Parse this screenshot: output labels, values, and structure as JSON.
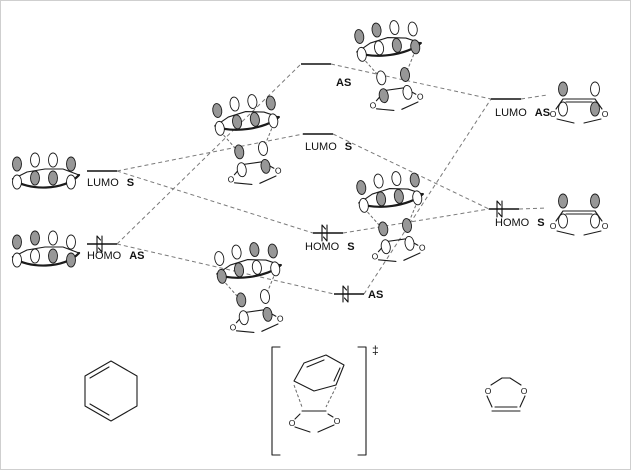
{
  "levels": {
    "diene_lumo": {
      "label": "LUMO",
      "symmetry": "S"
    },
    "diene_homo": {
      "label": "HOMO",
      "symmetry": "AS"
    },
    "ts_upper": {
      "symmetry": "AS"
    },
    "ts_lumo": {
      "label": "LUMO",
      "symmetry": "S"
    },
    "ts_homo": {
      "label": "HOMO",
      "symmetry": "S"
    },
    "ts_lower": {
      "symmetry": "AS"
    },
    "dioxole_lumo": {
      "label": "LUMO",
      "symmetry": "AS"
    },
    "dioxole_homo": {
      "label": "HOMO",
      "symmetry": "S"
    }
  },
  "atoms": {
    "oxygen": "O"
  },
  "transition_state": {
    "dagger": "‡"
  }
}
